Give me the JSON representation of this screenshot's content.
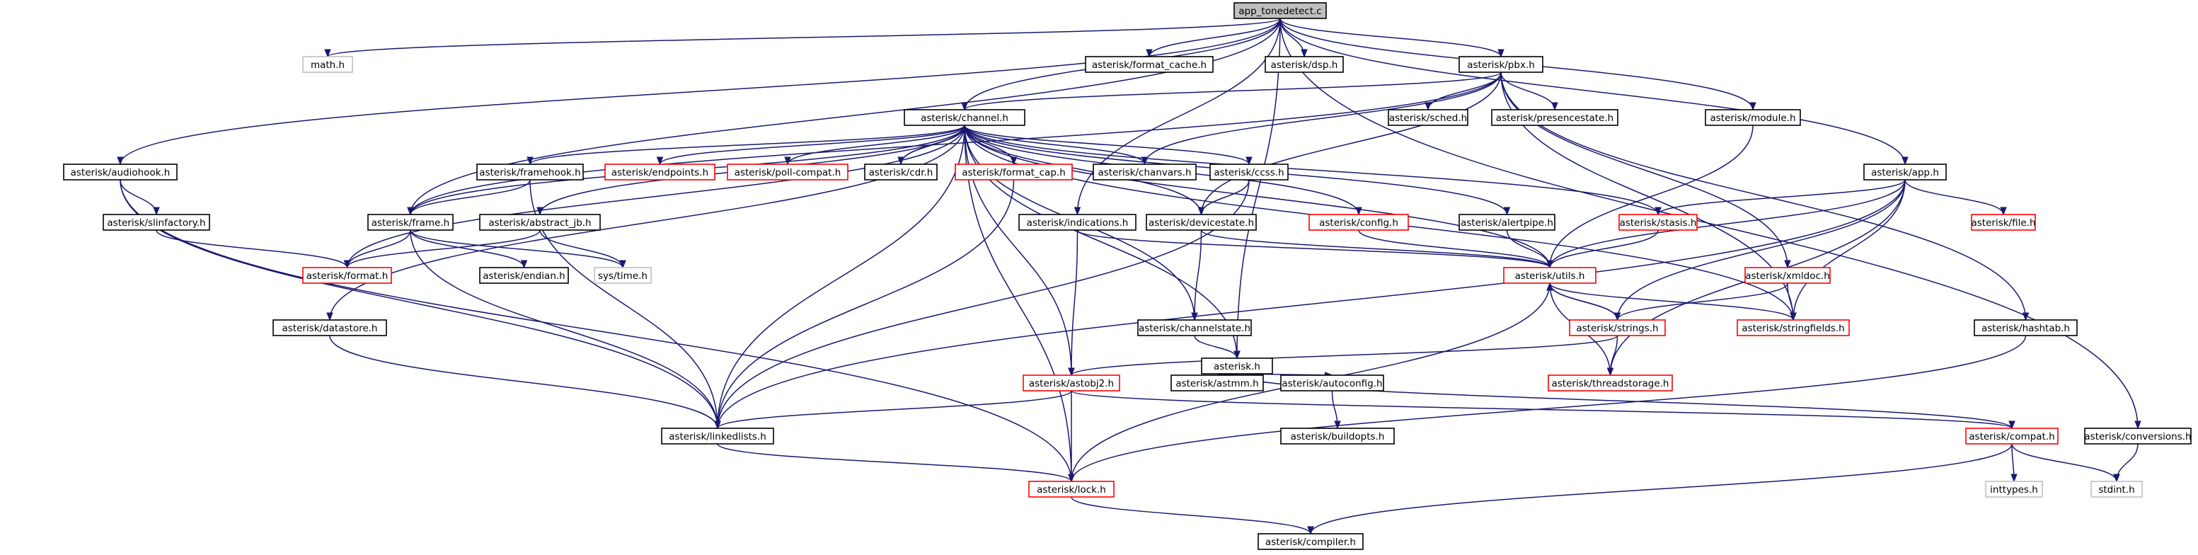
{
  "colors": {
    "edge": "#191970",
    "normal_border": "#000000",
    "linked_warn_border": "#ff0000",
    "system_border": "#bfbfbf",
    "root_fill": "#bfbfbf",
    "text_normal": "#000000",
    "text_system": "#000000"
  },
  "nodes": [
    {
      "id": "app_tonedetect",
      "label": "app_tonedetect.c",
      "kind": "root"
    },
    {
      "id": "math",
      "label": "math.h",
      "kind": "system"
    },
    {
      "id": "format_cache",
      "label": "asterisk/format_cache.h",
      "kind": "normal"
    },
    {
      "id": "dsp",
      "label": "asterisk/dsp.h",
      "kind": "normal"
    },
    {
      "id": "pbx",
      "label": "asterisk/pbx.h",
      "kind": "normal"
    },
    {
      "id": "channel",
      "label": "asterisk/channel.h",
      "kind": "normal"
    },
    {
      "id": "sched",
      "label": "asterisk/sched.h",
      "kind": "normal"
    },
    {
      "id": "presencestate",
      "label": "asterisk/presencestate.h",
      "kind": "normal"
    },
    {
      "id": "module",
      "label": "asterisk/module.h",
      "kind": "normal"
    },
    {
      "id": "audiohook",
      "label": "asterisk/audiohook.h",
      "kind": "normal"
    },
    {
      "id": "app",
      "label": "asterisk/app.h",
      "kind": "normal"
    },
    {
      "id": "slinfactory",
      "label": "asterisk/slinfactory.h",
      "kind": "normal"
    },
    {
      "id": "framehook",
      "label": "asterisk/framehook.h",
      "kind": "normal"
    },
    {
      "id": "endpoints",
      "label": "asterisk/endpoints.h",
      "kind": "linked"
    },
    {
      "id": "poll_compat",
      "label": "asterisk/poll-compat.h",
      "kind": "linked"
    },
    {
      "id": "cdr",
      "label": "asterisk/cdr.h",
      "kind": "normal"
    },
    {
      "id": "format_cap",
      "label": "asterisk/format_cap.h",
      "kind": "linked"
    },
    {
      "id": "chanvars",
      "label": "asterisk/chanvars.h",
      "kind": "normal"
    },
    {
      "id": "ccss",
      "label": "asterisk/ccss.h",
      "kind": "normal"
    },
    {
      "id": "frame",
      "label": "asterisk/frame.h",
      "kind": "normal"
    },
    {
      "id": "abstract_jb",
      "label": "asterisk/abstract_jb.h",
      "kind": "normal"
    },
    {
      "id": "format",
      "label": "asterisk/format.h",
      "kind": "linked"
    },
    {
      "id": "endian",
      "label": "asterisk/endian.h",
      "kind": "normal"
    },
    {
      "id": "systime",
      "label": "sys/time.h",
      "kind": "system"
    },
    {
      "id": "indications",
      "label": "asterisk/indications.h",
      "kind": "normal"
    },
    {
      "id": "devicestate",
      "label": "asterisk/devicestate.h",
      "kind": "normal"
    },
    {
      "id": "config",
      "label": "asterisk/config.h",
      "kind": "linked"
    },
    {
      "id": "alertpipe",
      "label": "asterisk/alertpipe.h",
      "kind": "normal"
    },
    {
      "id": "stasis",
      "label": "asterisk/stasis.h",
      "kind": "linked"
    },
    {
      "id": "file",
      "label": "asterisk/file.h",
      "kind": "linked"
    },
    {
      "id": "xmldoc",
      "label": "asterisk/xmldoc.h",
      "kind": "linked"
    },
    {
      "id": "utils",
      "label": "asterisk/utils.h",
      "kind": "linked"
    },
    {
      "id": "channelstate",
      "label": "asterisk/channelstate.h",
      "kind": "normal"
    },
    {
      "id": "datastore",
      "label": "asterisk/datastore.h",
      "kind": "normal"
    },
    {
      "id": "asterisk",
      "label": "asterisk.h",
      "kind": "normal"
    },
    {
      "id": "strings",
      "label": "asterisk/strings.h",
      "kind": "linked"
    },
    {
      "id": "stringfields",
      "label": "asterisk/stringfields.h",
      "kind": "linked"
    },
    {
      "id": "hashtab",
      "label": "asterisk/hashtab.h",
      "kind": "normal"
    },
    {
      "id": "astobj2",
      "label": "asterisk/astobj2.h",
      "kind": "linked"
    },
    {
      "id": "astmm",
      "label": "asterisk/astmm.h",
      "kind": "normal"
    },
    {
      "id": "autoconfig",
      "label": "asterisk/autoconfig.h",
      "kind": "normal"
    },
    {
      "id": "threadstorage",
      "label": "asterisk/threadstorage.h",
      "kind": "linked"
    },
    {
      "id": "linkedlists",
      "label": "asterisk/linkedlists.h",
      "kind": "normal"
    },
    {
      "id": "buildopts",
      "label": "asterisk/buildopts.h",
      "kind": "normal"
    },
    {
      "id": "compat",
      "label": "asterisk/compat.h",
      "kind": "linked"
    },
    {
      "id": "conversions",
      "label": "asterisk/conversions.h",
      "kind": "normal"
    },
    {
      "id": "lock",
      "label": "asterisk/lock.h",
      "kind": "linked"
    },
    {
      "id": "inttypes",
      "label": "inttypes.h",
      "kind": "system"
    },
    {
      "id": "stdint",
      "label": "stdint.h",
      "kind": "system"
    },
    {
      "id": "compiler",
      "label": "asterisk/compiler.h",
      "kind": "normal"
    }
  ],
  "edges": [
    [
      "app_tonedetect",
      "math"
    ],
    [
      "app_tonedetect",
      "format_cache"
    ],
    [
      "app_tonedetect",
      "dsp"
    ],
    [
      "app_tonedetect",
      "pbx"
    ],
    [
      "app_tonedetect",
      "channel"
    ],
    [
      "app_tonedetect",
      "module"
    ],
    [
      "app_tonedetect",
      "audiohook"
    ],
    [
      "app_tonedetect",
      "app"
    ],
    [
      "app_tonedetect",
      "frame"
    ],
    [
      "app_tonedetect",
      "asterisk"
    ],
    [
      "app_tonedetect",
      "indications"
    ],
    [
      "app_tonedetect",
      "conversions"
    ],
    [
      "pbx",
      "channel"
    ],
    [
      "pbx",
      "sched"
    ],
    [
      "pbx",
      "presencestate"
    ],
    [
      "pbx",
      "chanvars"
    ],
    [
      "pbx",
      "devicestate"
    ],
    [
      "pbx",
      "xmldoc"
    ],
    [
      "pbx",
      "stringfields"
    ],
    [
      "pbx",
      "hashtab"
    ],
    [
      "pbx",
      "frame"
    ],
    [
      "channel",
      "framehook"
    ],
    [
      "channel",
      "endpoints"
    ],
    [
      "channel",
      "poll_compat"
    ],
    [
      "channel",
      "cdr"
    ],
    [
      "channel",
      "format_cap"
    ],
    [
      "channel",
      "chanvars"
    ],
    [
      "channel",
      "ccss"
    ],
    [
      "channel",
      "frame"
    ],
    [
      "channel",
      "abstract_jb"
    ],
    [
      "channel",
      "format"
    ],
    [
      "channel",
      "datastore"
    ],
    [
      "channel",
      "config"
    ],
    [
      "channel",
      "alertpipe"
    ],
    [
      "channel",
      "stasis"
    ],
    [
      "channel",
      "utils"
    ],
    [
      "channel",
      "stringfields"
    ],
    [
      "channel",
      "channelstate"
    ],
    [
      "channel",
      "asterisk"
    ],
    [
      "channel",
      "astobj2"
    ],
    [
      "channel",
      "linkedlists"
    ],
    [
      "channel",
      "lock"
    ],
    [
      "channel",
      "devicestate"
    ],
    [
      "cdr",
      "channel"
    ],
    [
      "module",
      "utils"
    ],
    [
      "audiohook",
      "slinfactory"
    ],
    [
      "audiohook",
      "linkedlists"
    ],
    [
      "audiohook",
      "lock"
    ],
    [
      "slinfactory",
      "format"
    ],
    [
      "app",
      "stasis"
    ],
    [
      "app",
      "file"
    ],
    [
      "app",
      "utils"
    ],
    [
      "app",
      "strings"
    ],
    [
      "app",
      "stringfields"
    ],
    [
      "app",
      "threadstorage"
    ],
    [
      "app",
      "linkedlists"
    ],
    [
      "framehook",
      "frame"
    ],
    [
      "framehook",
      "linkedlists"
    ],
    [
      "format_cap",
      "linkedlists"
    ],
    [
      "ccss",
      "devicestate"
    ],
    [
      "ccss",
      "linkedlists"
    ],
    [
      "frame",
      "format"
    ],
    [
      "frame",
      "endian"
    ],
    [
      "frame",
      "systime"
    ],
    [
      "frame",
      "linkedlists"
    ],
    [
      "abstract_jb",
      "format"
    ],
    [
      "abstract_jb",
      "systime"
    ],
    [
      "indications",
      "utils"
    ],
    [
      "indications",
      "astobj2"
    ],
    [
      "devicestate",
      "channelstate"
    ],
    [
      "devicestate",
      "utils"
    ],
    [
      "config",
      "utils"
    ],
    [
      "alertpipe",
      "utils"
    ],
    [
      "stasis",
      "utils"
    ],
    [
      "xmldoc",
      "strings"
    ],
    [
      "xmldoc",
      "stringfields"
    ],
    [
      "utils",
      "strings"
    ],
    [
      "utils",
      "stringfields"
    ],
    [
      "utils",
      "lock"
    ],
    [
      "strings",
      "utils"
    ],
    [
      "strings",
      "threadstorage"
    ],
    [
      "strings",
      "astobj2"
    ],
    [
      "threadstorage",
      "utils"
    ],
    [
      "channelstate",
      "asterisk"
    ],
    [
      "datastore",
      "linkedlists"
    ],
    [
      "asterisk",
      "astmm"
    ],
    [
      "asterisk",
      "autoconfig"
    ],
    [
      "asterisk",
      "compat"
    ],
    [
      "hashtab",
      "lock"
    ],
    [
      "astobj2",
      "linkedlists"
    ],
    [
      "astobj2",
      "lock"
    ],
    [
      "astobj2",
      "compat"
    ],
    [
      "autoconfig",
      "buildopts"
    ],
    [
      "linkedlists",
      "lock"
    ],
    [
      "compat",
      "inttypes"
    ],
    [
      "compat",
      "stdint"
    ],
    [
      "compat",
      "compiler"
    ],
    [
      "conversions",
      "stdint"
    ],
    [
      "lock",
      "compiler"
    ]
  ]
}
